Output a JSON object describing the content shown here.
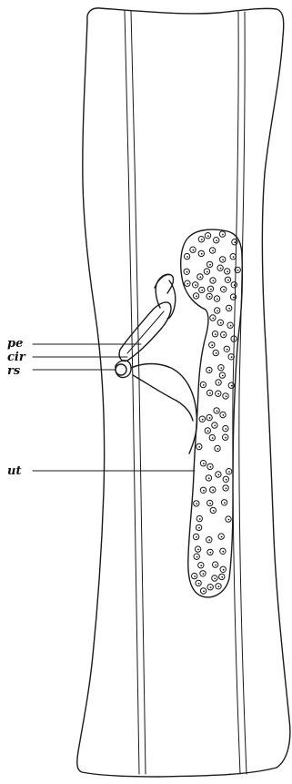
{
  "figure": {
    "labels": {
      "pe": "pe",
      "cir": "cir",
      "rs": "rs",
      "ut": "ut"
    },
    "ink_color": "#1a1a1a",
    "background": "#ffffff",
    "egg_count": 96
  }
}
